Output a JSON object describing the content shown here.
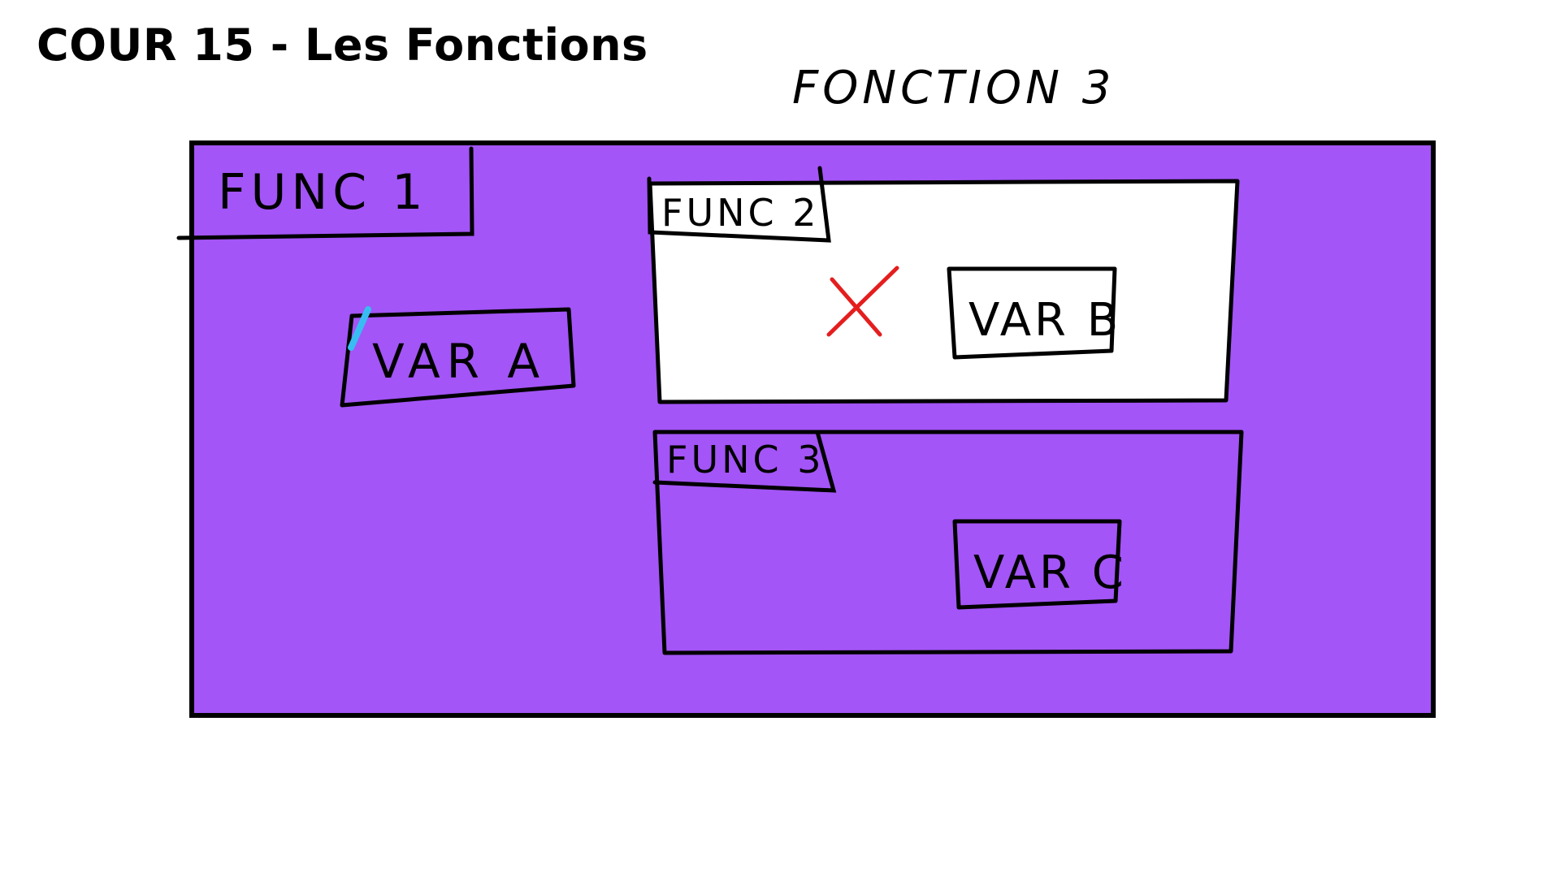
{
  "title": "COUR 15 - Les Fonctions",
  "annotation": "FONCTION 3",
  "outer_function": {
    "label": "FUNC 1",
    "variable": "VAR A"
  },
  "inner_functions": [
    {
      "label": "FUNC 2",
      "variable": "VAR B",
      "marked_inaccessible": true
    },
    {
      "label": "FUNC 3",
      "variable": "VAR C",
      "marked_inaccessible": false
    }
  ],
  "colors": {
    "outer_fill": "#A355F7",
    "func2_fill": "#FFFFFF",
    "stroke": "#000000",
    "cross": "#E41E1E",
    "highlight": "#38BDF2"
  }
}
